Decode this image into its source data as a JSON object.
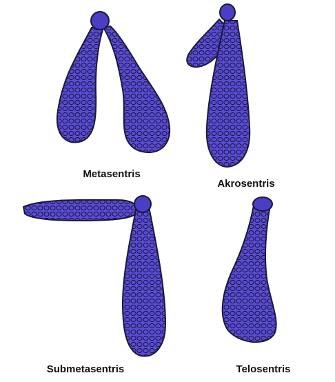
{
  "diagram": {
    "colors": {
      "chromatid_fill": "#5a4bd6",
      "chromatid_outline": "#1a1a3a",
      "coil": "#141428",
      "background": "#ffffff"
    },
    "panels": [
      {
        "id": "metasentris",
        "label": "Metasentris"
      },
      {
        "id": "akrosentris",
        "label": "Akrosentris"
      },
      {
        "id": "submetasentris",
        "label": "Submetasentris"
      },
      {
        "id": "telosentris",
        "label": "Telosentris"
      }
    ]
  }
}
